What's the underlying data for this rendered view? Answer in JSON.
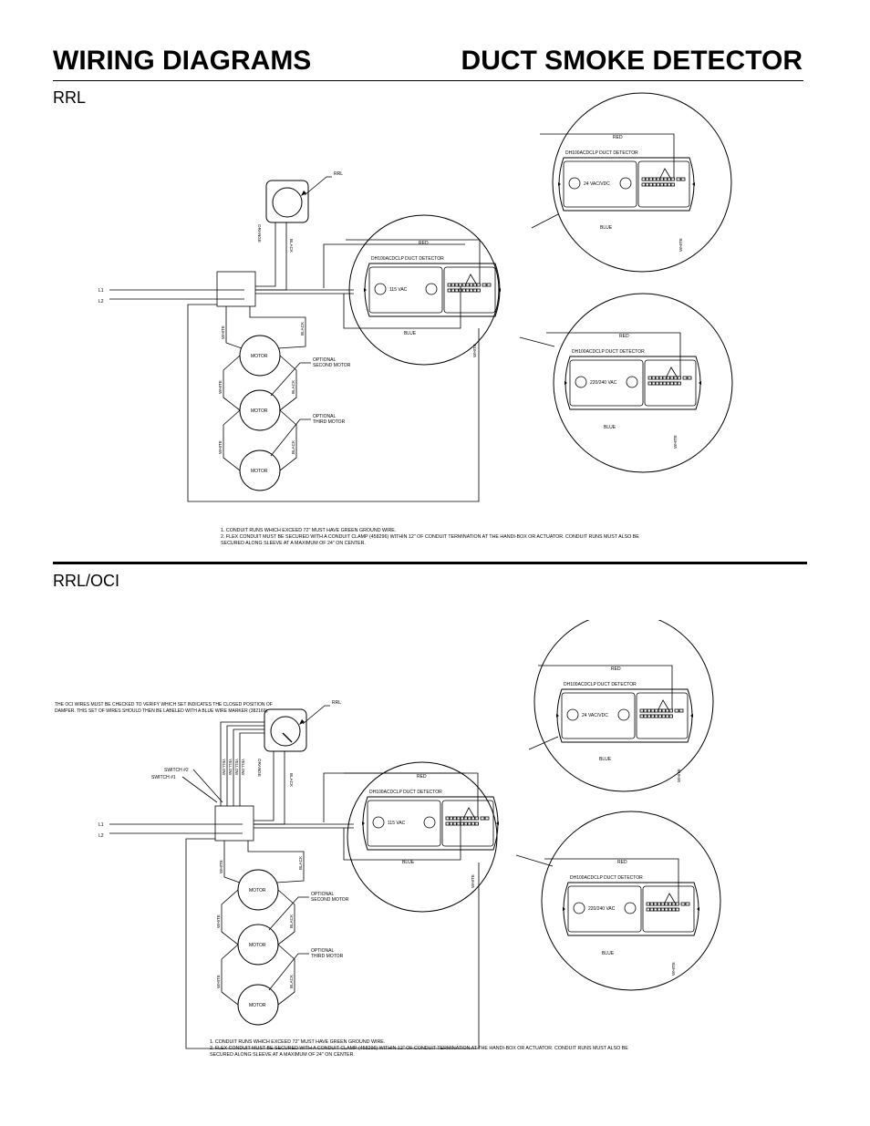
{
  "header": {
    "title_left": "WIRING DIAGRAMS",
    "title_right": "DUCT SMOKE DETECTOR"
  },
  "sections": [
    {
      "title": "RRL",
      "actuator_label": "RRL",
      "wire_orange": "ORANGE",
      "wire_black": "BLACK",
      "line1": "L1",
      "line2": "L2",
      "motor_label": "MOTOR",
      "white": "WHITE",
      "black": "BLACK",
      "optional_second": [
        "OPTIONAL",
        "SECOND MOTOR"
      ],
      "optional_third": [
        "OPTIONAL",
        "THIRD MOTOR"
      ],
      "detector_main": {
        "red": "RED",
        "name": "DH100ACDCLP DUCT DETECTOR",
        "voltage": "115 VAC",
        "blue": "BLUE",
        "white": "WHITE"
      },
      "detector_24": {
        "red": "RED",
        "name": "DH100ACDCLP DUCT DETECTOR",
        "voltage": "24 VAC/VDC",
        "blue": "BLUE",
        "white": "WHITE"
      },
      "detector_220": {
        "red": "RED",
        "name": "DH100ACDCLP DUCT DETECTOR",
        "voltage": "220/240 VAC",
        "blue": "BLUE",
        "white": "WHITE"
      },
      "notes": [
        "1. CONDUIT RUNS WHICH EXCEED 72\" MUST HAVE GREEN GROUND WIRE.",
        "2. FLEX CONDUIT MUST BE SECURED WITH A CONDUIT CLAMP (458296) WITHIN 12\" OF CONDUIT TERMINATION AT THE HANDI-BOX OR ACTUATOR. CONDUIT RUNS MUST ALSO BE",
        "SECURED ALONG SLEEVE AT A MAXIMUM OF 24\" ON CENTER."
      ]
    },
    {
      "title": "RRL/OCI",
      "oci_note": [
        "THE OCI WIRES MUST BE CHECKED TO VERIFY WHICH SET INDICATES THE CLOSED POSITION OF",
        "DAMPER. THIS SET OF WIRES SHOULD THEN BE LABELED WITH A BLUE WIRE MARKER (382169)."
      ],
      "actuator_label": "RRL",
      "switch2": "SWITCH #2",
      "switch1": "SWITCH #1",
      "yellow": "YELLOW",
      "wire_orange": "ORANGE",
      "wire_black": "BLACK",
      "line1": "L1",
      "line2": "L2",
      "motor_label": "MOTOR",
      "white": "WHITE",
      "black": "BLACK",
      "optional_second": [
        "OPTIONAL",
        "SECOND MOTOR"
      ],
      "optional_third": [
        "OPTIONAL",
        "THIRD MOTOR"
      ],
      "detector_main": {
        "red": "RED",
        "name": "DH100ACDCLP DUCT DETECTOR",
        "voltage": "115 VAC",
        "blue": "BLUE",
        "white": "WHITE"
      },
      "detector_24": {
        "red": "RED",
        "name": "DH100ACDCLP DUCT DETECTOR",
        "voltage": "24 VAC/VDC",
        "blue": "BLUE",
        "white": "WHITE"
      },
      "detector_220": {
        "red": "RED",
        "name": "DH100ACDCLP DUCT DETECTOR",
        "voltage": "220/240 VAC",
        "blue": "BLUE",
        "white": "WHITE"
      },
      "notes": [
        "1. CONDUIT RUNS WHICH EXCEED 72\" MUST HAVE GREEN GROUND WIRE.",
        "2. FLEX CONDUIT MUST BE SECURED WITH A CONDUIT CLAMP (458296) WITHIN 12\" OF CONDUIT TERMINATION AT THE HANDI-BOX OR ACTUATOR. CONDUIT RUNS MUST ALSO BE",
        "SECURED ALONG SLEEVE AT A MAXIMUM OF 24\" ON CENTER."
      ]
    }
  ]
}
